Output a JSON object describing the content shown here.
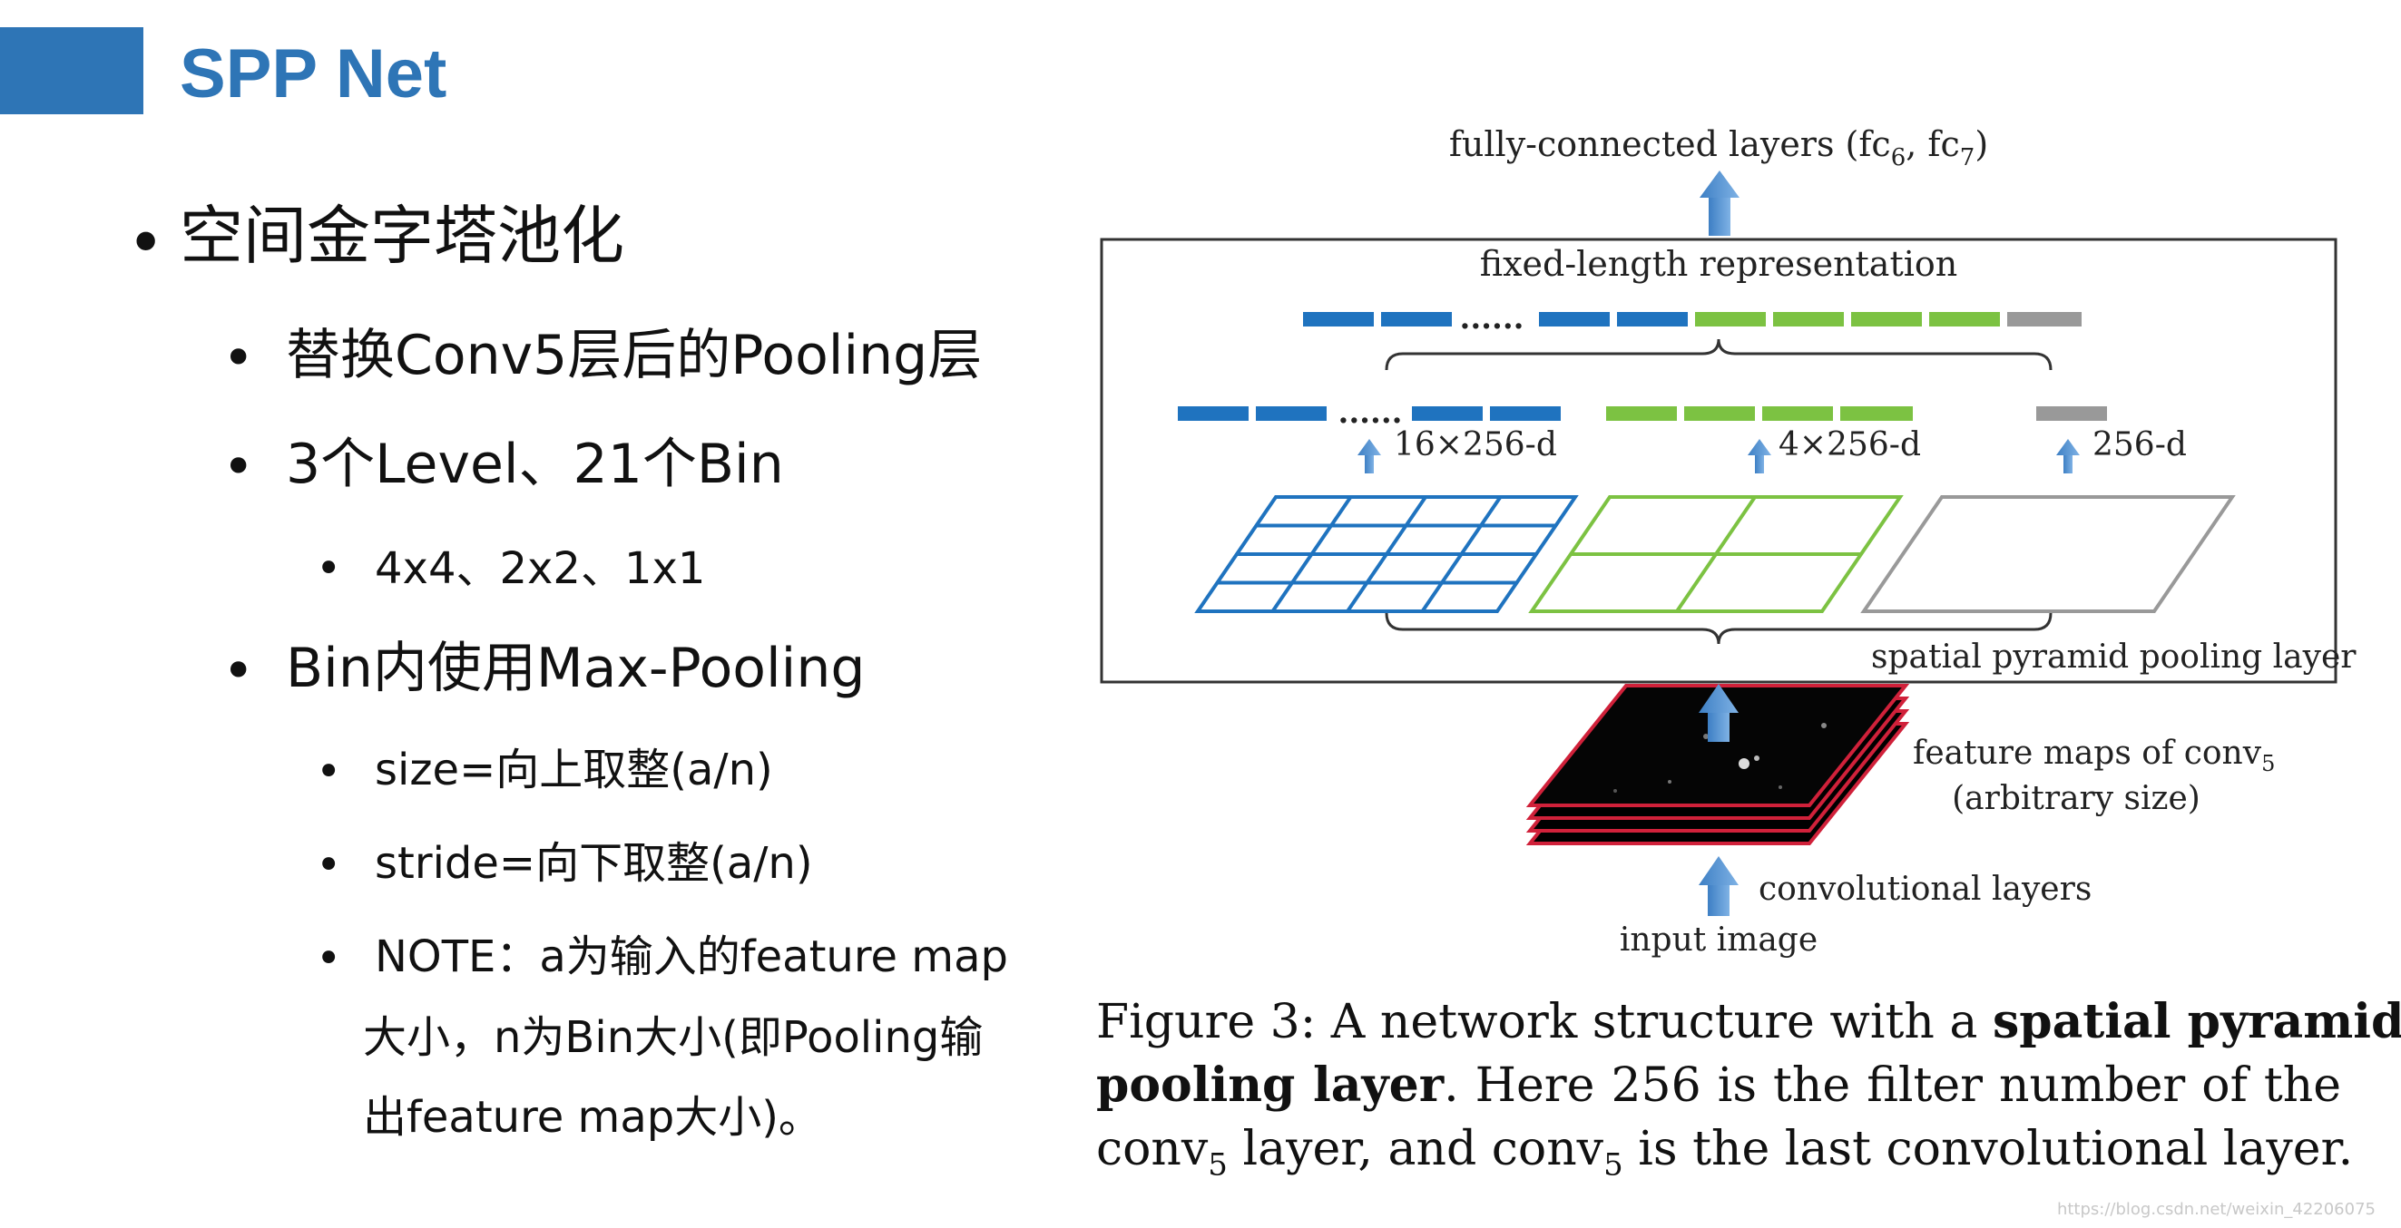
{
  "slide": {
    "title": "SPP Net",
    "accent_color": "#2e75b6"
  },
  "bullets": {
    "b1": "空间金字塔池化",
    "b2": "替换Conv5层后的Pooling层",
    "b3": "3个Level、21个Bin",
    "b4": "4x4、2x2、1x1",
    "b5": "Bin内使用Max-Pooling",
    "b6": "size=向上取整(a/n)",
    "b7": "stride=向下取整(a/n)",
    "b8_line1": "NOTE：a为输入的feature map",
    "b8_line2": "大小，n为Bin大小(即Pooling输",
    "b8_line3": "出feature map大小)。",
    "dot": "•"
  },
  "figure": {
    "fc_label_prefix": "fully-connected layers (fc",
    "fc_sub6": "6",
    "fc_mid": ", fc",
    "fc_sub7": "7",
    "fc_suffix": ")",
    "fixed_length_label": "fixed-length representation",
    "dots": "......",
    "dim_16": "16×256-d",
    "dim_4": "4×256-d",
    "dim_1": "256-d",
    "spp_label": "spatial pyramid pooling layer",
    "feature_maps_label": "feature maps of conv",
    "feature_maps_sub": "5",
    "arbitrary_size": "(arbitrary size)",
    "conv_layers": "convolutional layers",
    "input_image": "input image",
    "colors": {
      "blue": "#1f73bf",
      "green": "#7cc242",
      "gray": "#999999",
      "arrow": "#5b9bd5",
      "red": "#d0213a"
    }
  },
  "caption": {
    "l1_a": "Figure 3: A network structure with a ",
    "l1_b": "spatial pyramid",
    "l2_a": "pooling layer",
    "l2_b": ". Here 256 is the filter number of the",
    "l3_a": "conv",
    "l3_sub": "5",
    "l3_b": " layer, and conv",
    "l3_sub2": "5",
    "l3_c": " is the last convolutional layer."
  },
  "watermark": "https://blog.csdn.net/weixin_42206075"
}
